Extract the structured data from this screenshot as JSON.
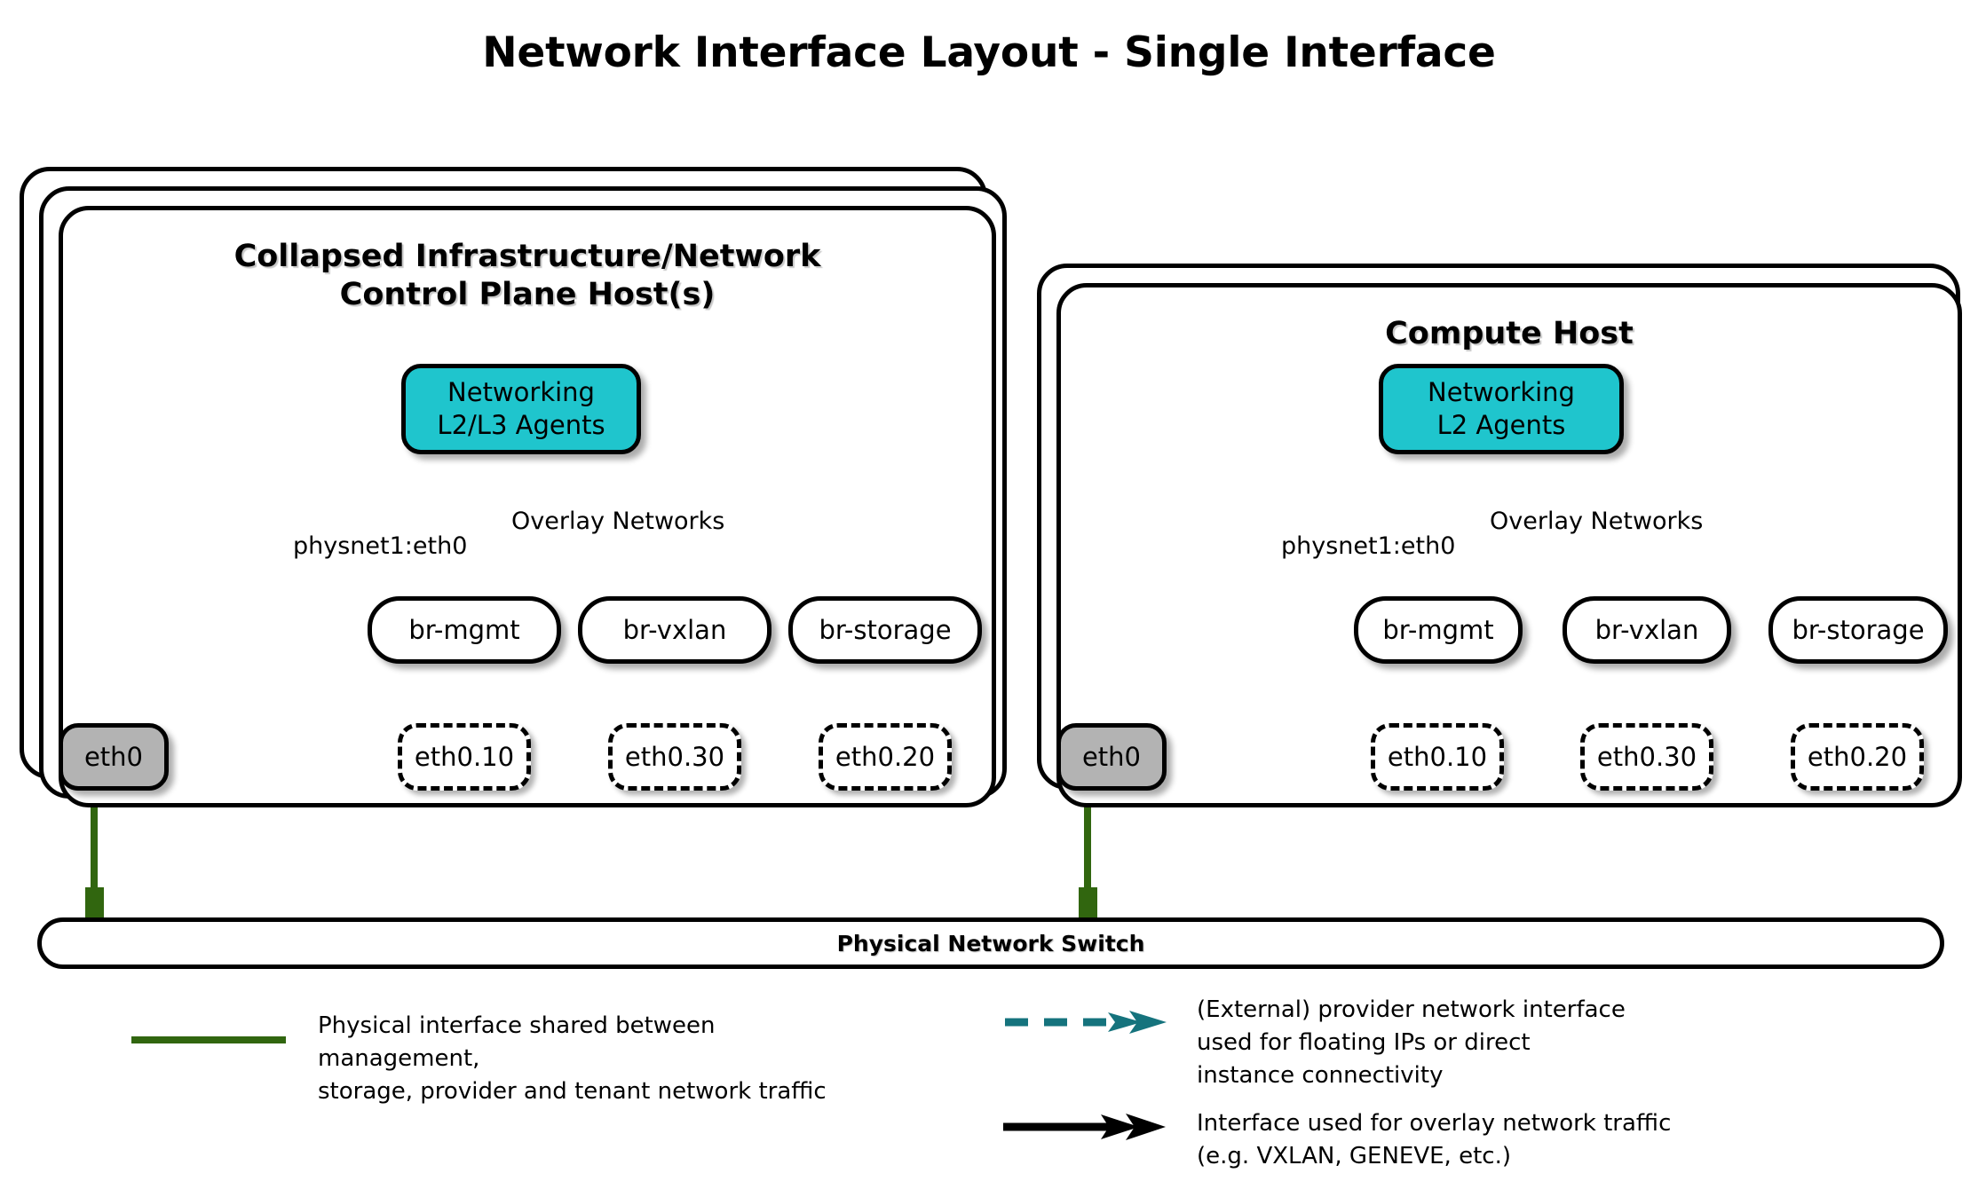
{
  "title": "Network Interface Layout - Single Interface",
  "colors": {
    "agent_fill": "#1fc5cd",
    "phys_fill": "#b3b3b3",
    "provider_teal": "#15737d",
    "physical_green": "#31660f",
    "overlay_black": "#000000",
    "node_stroke": "#000000",
    "background": "#ffffff"
  },
  "hosts": [
    {
      "id": "control-plane",
      "title": "Collapsed Infrastructure/Network\nControl Plane Host(s)",
      "title_lines": [
        "Collapsed Infrastructure/Network",
        "Control Plane Host(s)"
      ],
      "stack_layers": 3,
      "agents": {
        "label": "Networking\nL2/L3 Agents",
        "line1": "Networking",
        "line2": "L2/L3 Agents"
      },
      "provider_edge_label": "physnet1:eth0",
      "overlay_edge_label": "Overlay Networks",
      "physical_interface": "eth0",
      "bridges": [
        {
          "name": "br-mgmt",
          "vlan": "eth0.10"
        },
        {
          "name": "br-vxlan",
          "vlan": "eth0.30"
        },
        {
          "name": "br-storage",
          "vlan": "eth0.20"
        }
      ]
    },
    {
      "id": "compute",
      "title": "Compute Host",
      "title_lines": [
        "Compute Host"
      ],
      "stack_layers": 2,
      "agents": {
        "label": "Networking\nL2 Agents",
        "line1": "Networking",
        "line2": "L2 Agents"
      },
      "provider_edge_label": "physnet1:eth0",
      "overlay_edge_label": "Overlay Networks",
      "physical_interface": "eth0",
      "bridges": [
        {
          "name": "br-mgmt",
          "vlan": "eth0.10"
        },
        {
          "name": "br-vxlan",
          "vlan": "eth0.30"
        },
        {
          "name": "br-storage",
          "vlan": "eth0.20"
        }
      ]
    }
  ],
  "switch": {
    "label": "Physical Network Switch"
  },
  "legend": [
    {
      "id": "physical",
      "marker": "solid-green-line",
      "text": "Physical interface shared between management,\nstorage, provider and tenant network traffic"
    },
    {
      "id": "provider",
      "marker": "dashed-teal-double-arrow",
      "text": "(External) provider network interface\nused for floating IPs or direct\ninstance connectivity"
    },
    {
      "id": "overlay",
      "marker": "solid-black-double-arrow",
      "text": "Interface used for overlay network traffic\n(e.g. VXLAN, GENEVE, etc.)"
    }
  ]
}
